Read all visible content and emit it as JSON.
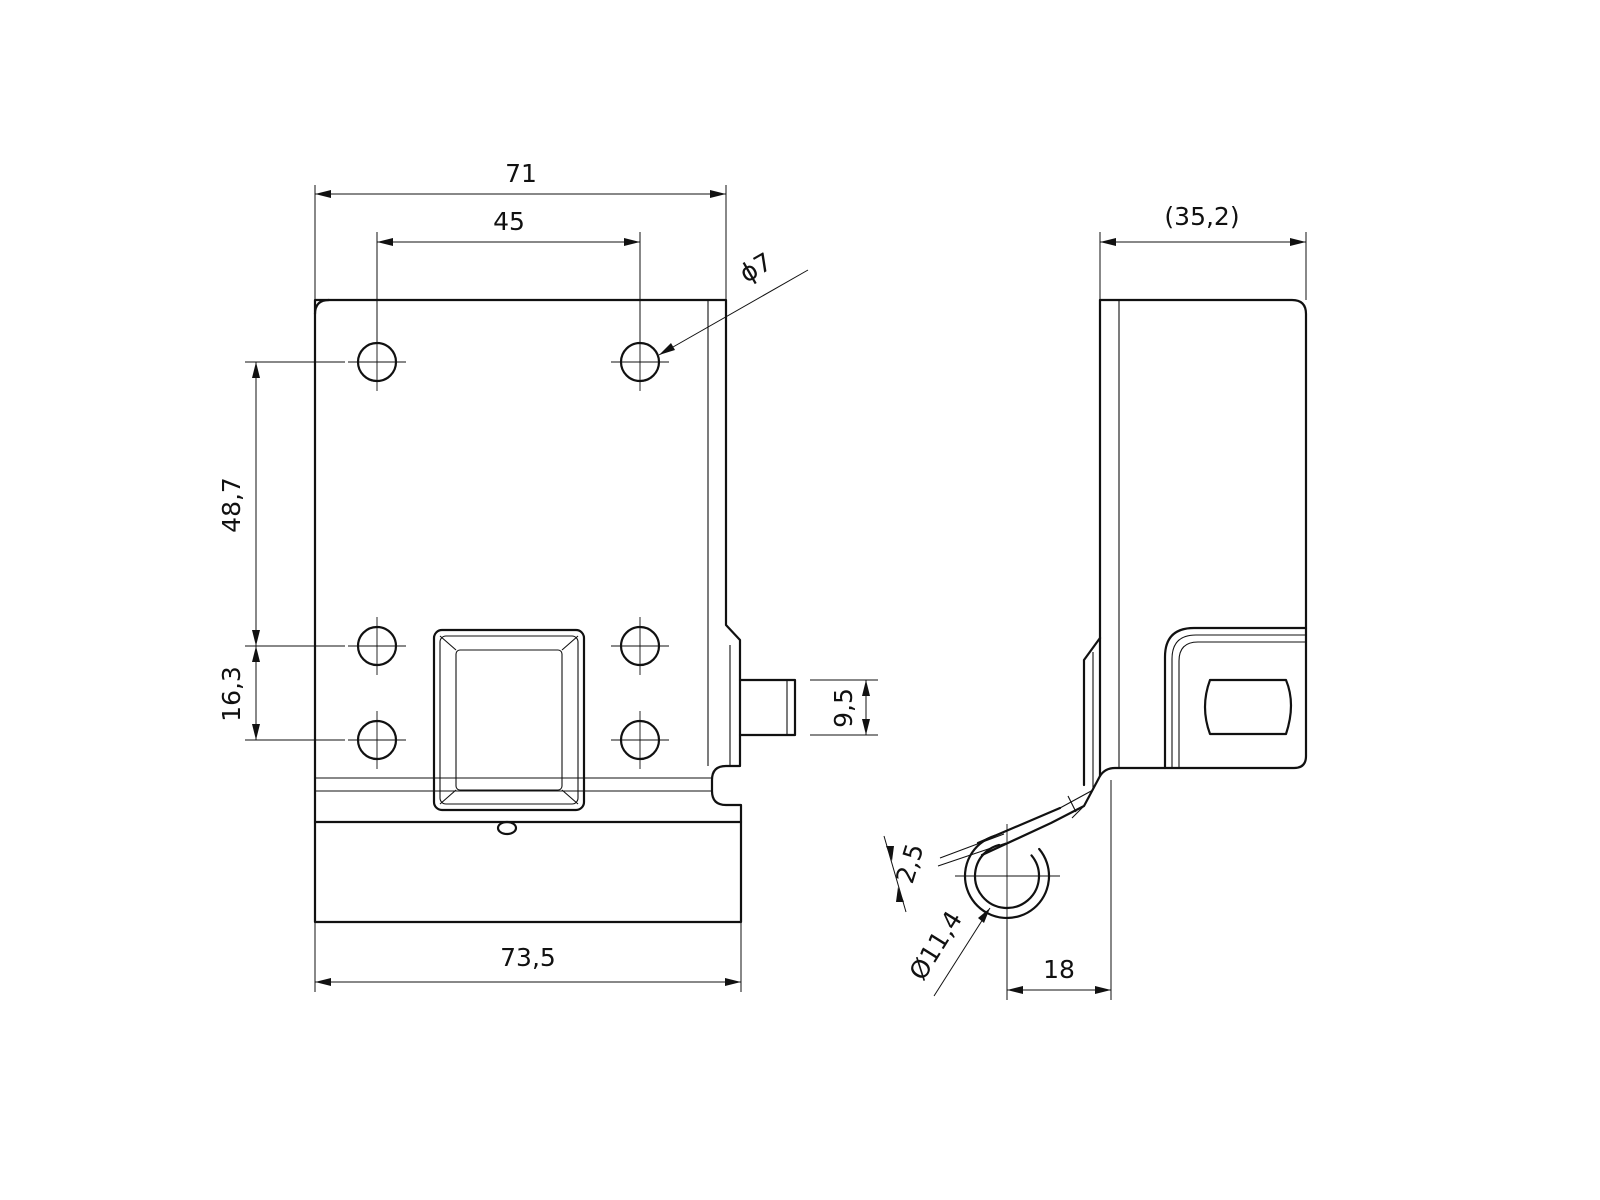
{
  "dimensions": {
    "width_top": "71",
    "hole_spacing": "45",
    "hole_diameter": "ϕ7",
    "vertical_spacing": "48,7",
    "lower_spacing": "16,3",
    "width_bottom": "73,5",
    "pin_size": "9,5",
    "side_width": "(35,2)",
    "wall_thickness": "2,5",
    "hinge_diameter": "Ø11,4",
    "hinge_offset": "18"
  },
  "colors": {
    "line": "#111111",
    "background": "#ffffff"
  }
}
